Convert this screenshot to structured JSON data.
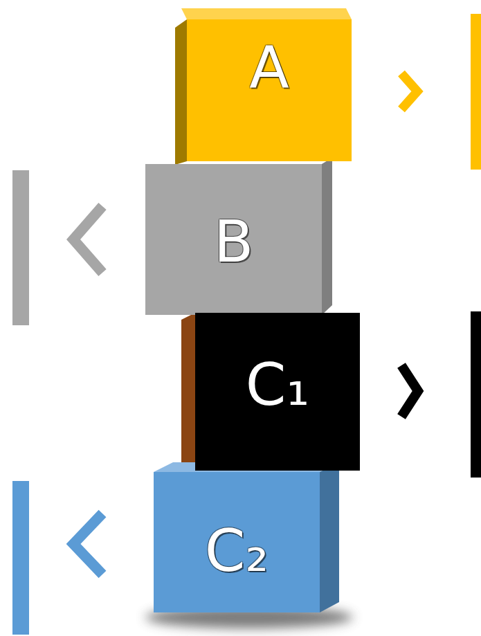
{
  "diagram": {
    "nodes": [
      {
        "text": [
          "A"
        ]
      },
      {
        "text": [
          "B"
        ]
      },
      {
        "text": [
          "C₁"
        ]
      },
      {
        "text": [
          "C₂"
        ]
      }
    ]
  }
}
